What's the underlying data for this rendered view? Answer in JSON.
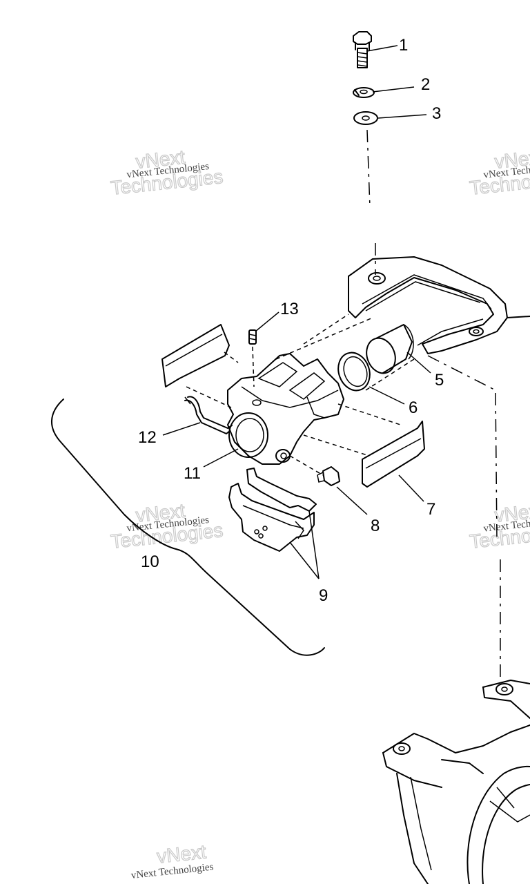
{
  "diagram": {
    "callouts": [
      "1",
      "2",
      "3",
      "5",
      "6",
      "7",
      "8",
      "9",
      "10",
      "11",
      "12",
      "13"
    ]
  },
  "watermark": {
    "small": "vNext Technologies",
    "big_top": "vNext",
    "big_bottom": "Technologies"
  }
}
